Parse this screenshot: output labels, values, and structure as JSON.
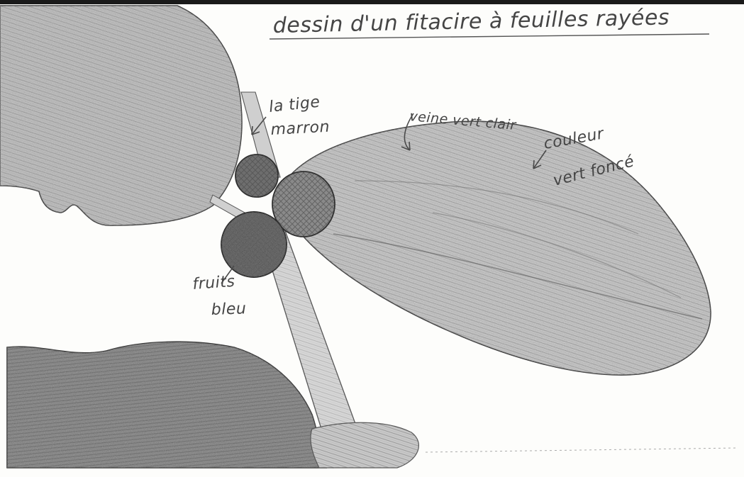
{
  "title": "dessin d'un fitacire à feuilles rayées",
  "labels": {
    "stem": [
      "la tige",
      "marron"
    ],
    "vein": "veine vert clair",
    "color": [
      "couleur",
      "vert foncé"
    ],
    "fruits": [
      "fruits",
      "bleu"
    ]
  },
  "colors": {
    "paper": "#fdfdfb",
    "pencil": "#454545",
    "shading": "#8c8c8c"
  }
}
